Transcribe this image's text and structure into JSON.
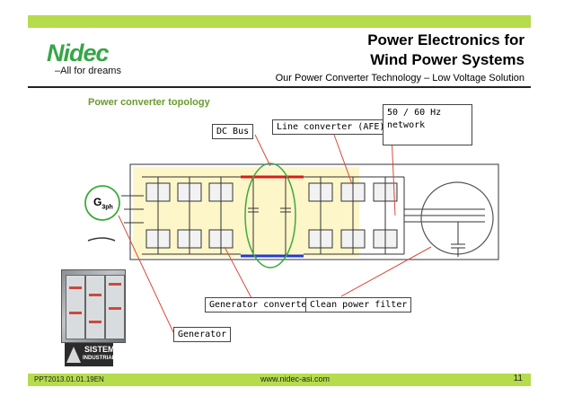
{
  "header": {
    "logo_text": "Nidec",
    "tagline": "–All for dreams",
    "title_line1": "Power Electronics for",
    "title_line2": "Wind Power Systems",
    "subtitle": "Our Power Converter Technology – Low Voltage Solution"
  },
  "section": {
    "title": "Power converter topology"
  },
  "diagram": {
    "generator_symbol": "G",
    "generator_subscript": "3ph",
    "labels": {
      "dc_bus": "DC Bus",
      "line_converter": "Line converter (AFE)",
      "network_line1": "50 / 60 Hz",
      "network_line2": "network",
      "generator_converter": "Generator converter",
      "clean_filter": "Clean power filter",
      "generator": "Generator"
    }
  },
  "brand": {
    "line1": "SISTEMI",
    "line2": "INDUSTRIALI"
  },
  "footer": {
    "doc_id": "PPT2013.01.01.19EN",
    "url": "www.nidec-asi.com",
    "page": "11"
  },
  "colors": {
    "accent_green": "#b5dc4c",
    "logo_green": "#35a647",
    "section_green": "#6a9b2d",
    "annotation_red": "#d94b3c",
    "dc_positive": "#d21f1f",
    "dc_negative": "#1f3bd2",
    "highlight_yellow": "#fdf6c8"
  }
}
